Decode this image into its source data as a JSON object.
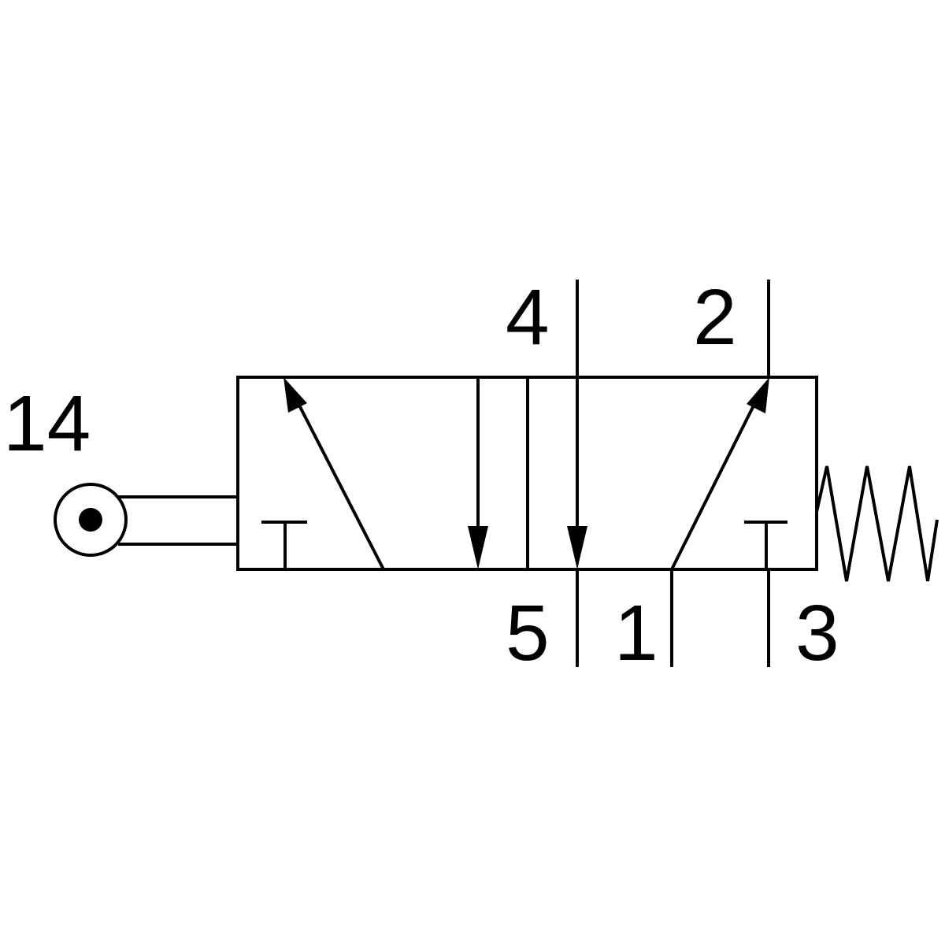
{
  "colors": {
    "line": "#000000",
    "background": "#ffffff"
  },
  "ports": {
    "pilot": "14",
    "p4": "4",
    "p2": "2",
    "p5": "5",
    "p1": "1",
    "p3": "3"
  },
  "icons": {
    "actuator": "roller-lever-icon",
    "return": "spring-icon"
  }
}
